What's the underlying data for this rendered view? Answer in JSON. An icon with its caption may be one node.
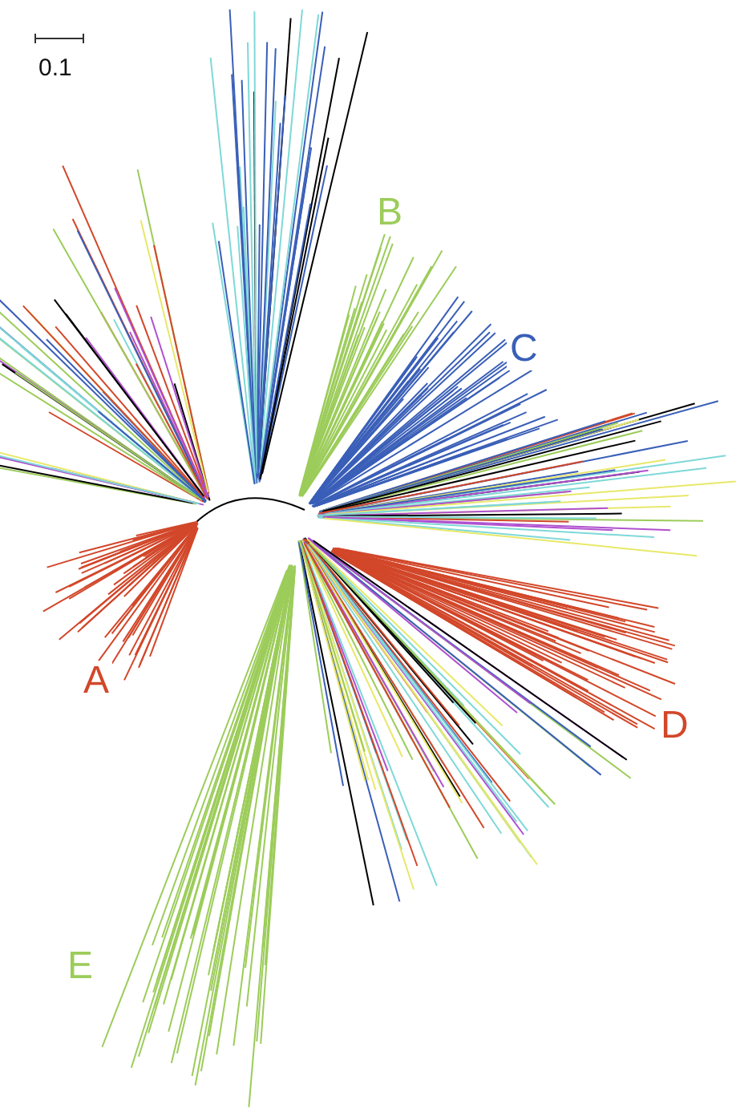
{
  "diagram": {
    "labels": [
      "0.1",
      "A",
      "B",
      "C",
      "D",
      "E"
    ]
  }
}
